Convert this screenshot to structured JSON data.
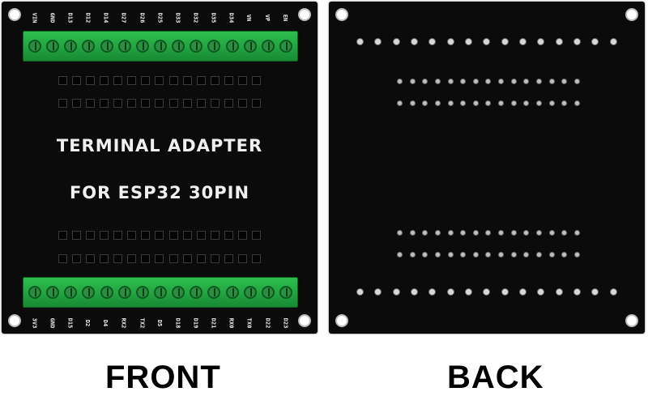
{
  "front": {
    "title_line1": "TERMINAL ADAPTER",
    "title_line2": "FOR ESP32 30PIN",
    "top_pins": [
      "VIN",
      "GND",
      "D13",
      "D12",
      "D14",
      "D27",
      "D26",
      "D25",
      "D33",
      "D32",
      "D35",
      "D34",
      "VN",
      "VP",
      "EN"
    ],
    "bottom_pins": [
      "3V3",
      "GND",
      "D15",
      "D2",
      "D4",
      "RX2",
      "TX2",
      "D5",
      "D18",
      "D19",
      "D21",
      "RX0",
      "TX0",
      "D22",
      "D23"
    ]
  },
  "captions": {
    "front": "FRONT",
    "back": "BACK"
  }
}
